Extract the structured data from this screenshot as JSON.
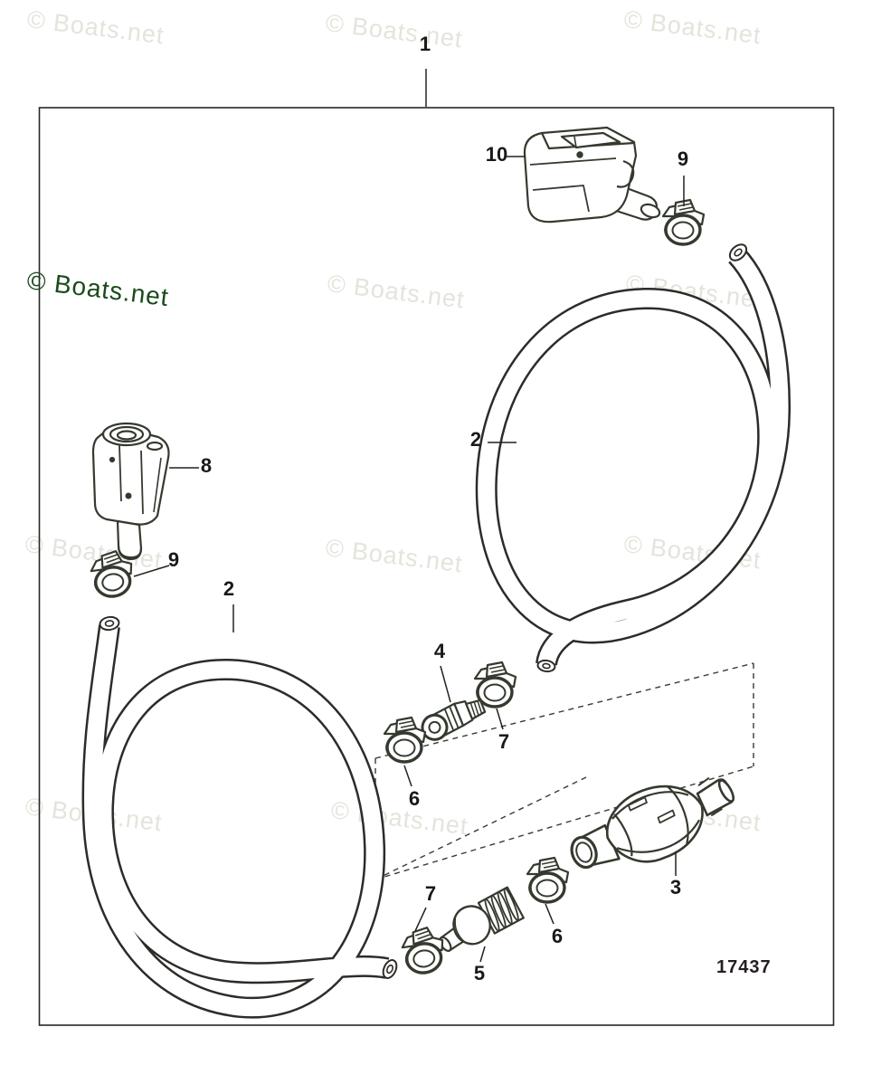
{
  "page": {
    "type": "marine-parts-diagram"
  },
  "figure_number": "17437",
  "watermark": {
    "text": "© Boats.net",
    "light_color": "#e4e4dc",
    "accent_color": "#1a4a1c"
  },
  "line_art_color": "#2e2b28",
  "part_line_color": "#343a2e",
  "callouts": [
    {
      "ref": "1",
      "part": "assembly-box"
    },
    {
      "ref": "10",
      "part": "engine-end-connector"
    },
    {
      "ref": "9",
      "part": "clamp-upper-right"
    },
    {
      "ref": "2",
      "part": "fuel-hose-upper"
    },
    {
      "ref": "8",
      "part": "tank-end-connector"
    },
    {
      "ref": "9",
      "part": "clamp-left"
    },
    {
      "ref": "2",
      "part": "fuel-hose-lower"
    },
    {
      "ref": "4",
      "part": "fitting"
    },
    {
      "ref": "7",
      "part": "clamp-middle"
    },
    {
      "ref": "6",
      "part": "clamp-middle-left"
    },
    {
      "ref": "3",
      "part": "primer-bulb"
    },
    {
      "ref": "6",
      "part": "clamp-lower"
    },
    {
      "ref": "5",
      "part": "connector-fitting"
    },
    {
      "ref": "7",
      "part": "clamp-lower-left"
    }
  ]
}
